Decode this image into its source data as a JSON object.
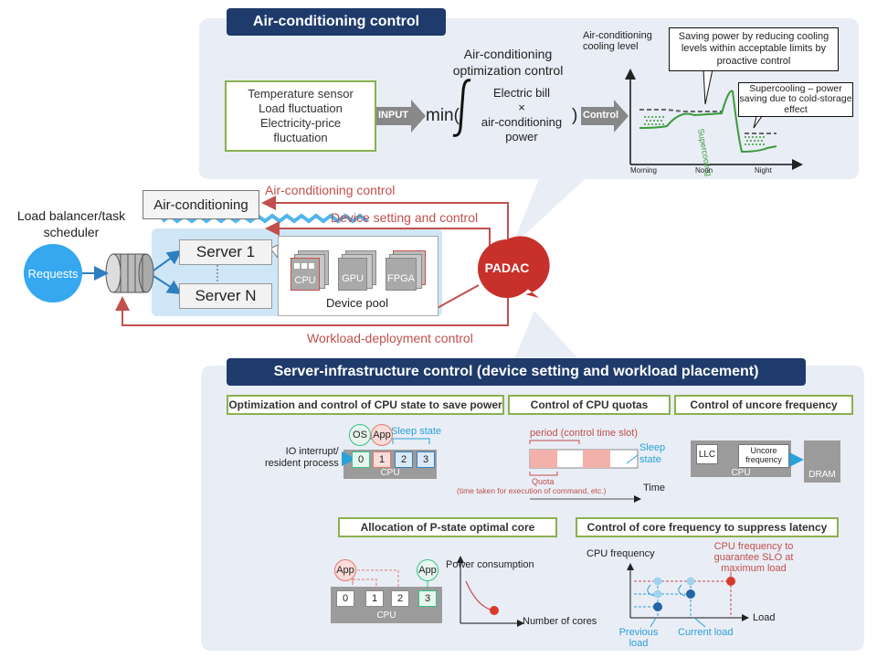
{
  "top": {
    "section_title": "Air-conditioning control",
    "inputs": "Temperature sensor\nLoad fluctuation\nElectricity-price\nfluctuation",
    "input_arrow": "INPUT",
    "opt_title": "Air-conditioning\noptimization control",
    "formula_min": "min(",
    "formula_top": "Electric bill",
    "formula_times": "×",
    "formula_bottom": "air-conditioning\npower",
    "formula_close": ")",
    "control_arrow": "Control",
    "graph_ylabel": "Air-conditioning\ncooling level",
    "callout1": "Saving power by reducing cooling levels within acceptable limits by proactive control",
    "callout2": "Supercooling – power saving due to cold-storage effect",
    "supercooling_label": "Supercooling",
    "x_morning": "Morning",
    "x_noon": "Noon",
    "x_night": "Night"
  },
  "middle": {
    "lb_label": "Load balancer/task\nscheduler",
    "requests": "Requests",
    "ac_box": "Air-conditioning",
    "ac_control": "Air-conditioning control",
    "device_control": "Device setting and  control",
    "workload_control": "Workload-deployment control",
    "server1": "Server 1",
    "serverN": "Server N",
    "cpu": "CPU",
    "gpu": "GPU",
    "fpga": "FPGA",
    "device_pool": "Device pool",
    "padac": "PADAC"
  },
  "bottom": {
    "section_title": "Server-infrastructure control (device setting and workload placement)",
    "box1": "Optimization and control of CPU state to save power",
    "box2": "Control of CPU quotas",
    "box3": "Control of uncore frequency",
    "box4": "Allocation of P-state optimal core",
    "box5": "Control of core frequency to suppress latency",
    "os": "OS",
    "app": "App",
    "sleep_state": "Sleep state",
    "io_label": "IO interrupt/\nresident process",
    "cores": [
      "0",
      "1",
      "2",
      "3"
    ],
    "cpu": "CPU",
    "period": "period (control time slot)",
    "sleep_state2": "Sleep\nstate",
    "quota": "Quota",
    "quota_note": "(time taken for execution of command, etc.)",
    "time": "Time",
    "llc": "LLC",
    "uncore": "Uncore\nfrequency",
    "dram": "DRAM",
    "power_consumption": "Power consumption",
    "number_of_cores": "Number of cores",
    "cpu_frequency": "CPU frequency",
    "slo_note": "CPU frequency to\nguarantee SLO at\nmaximum load",
    "load": "Load",
    "previous_load": "Previous\nload",
    "current_load": "Current load"
  },
  "colors": {
    "navy": "#1f3b6b",
    "panel": "#e9edf5",
    "green": "#8ab04e",
    "red": "#c0504d",
    "light_blue": "#2aa0d8",
    "device_panel": "#cfe6f7"
  }
}
